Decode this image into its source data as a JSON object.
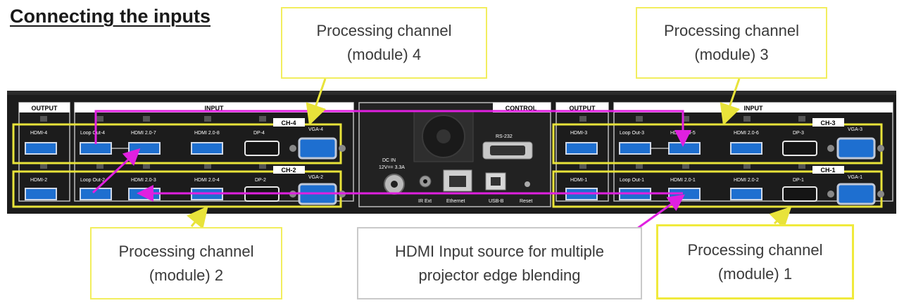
{
  "title": "Connecting the inputs",
  "callouts": {
    "ch4": {
      "line1": "Processing channel",
      "line2": "(module) 4"
    },
    "ch3": {
      "line1": "Processing channel",
      "line2": "(module) 3"
    },
    "ch2": {
      "line1": "Processing channel",
      "line2": "(module) 2"
    },
    "ch1": {
      "line1": "Processing channel",
      "line2": "(module) 1"
    },
    "hdmi_source": {
      "line1": "HDMI Input source for multiple",
      "line2": "projector edge blending"
    }
  },
  "panel": {
    "output_label": "OUTPUT",
    "input_label": "INPUT",
    "control_label": "CONTROL",
    "ch4": "CH-4",
    "ch3": "CH-3",
    "ch2": "CH-2",
    "ch1": "CH-1",
    "left_top_ports": [
      "HDMI-4",
      "Loop Out-4",
      "HDMI 2.0-7",
      "HDMI 2.0-8",
      "DP-4",
      "VGA-4"
    ],
    "left_bottom_ports": [
      "HDMI-2",
      "Loop Out-2",
      "HDMI 2.0-3",
      "HDMI 2.0-4",
      "DP-2",
      "VGA-2"
    ],
    "right_top_ports": [
      "HDMI-3",
      "Loop Out-3",
      "HDMI 2.0-5",
      "HDMI 2.0-6",
      "DP-3",
      "VGA-3"
    ],
    "right_bottom_ports": [
      "HDMI-1",
      "Loop Out-1",
      "HDMI 2.0-1",
      "HDMI 2.0-2",
      "DP-1",
      "VGA-1"
    ],
    "control_ports": {
      "dcin": "DC IN",
      "dcin_spec": "12V== 3.3A",
      "rs232": "RS-232",
      "irext": "IR Ext",
      "ethernet": "Ethernet",
      "usbb": "USB-B",
      "reset": "Reset"
    }
  },
  "colors": {
    "callout_border": "#f2ee5e",
    "highlight": "#e8e33a",
    "cable": "#e020e0",
    "panel": "#1c1c1c",
    "port": "#1e6fd0"
  }
}
